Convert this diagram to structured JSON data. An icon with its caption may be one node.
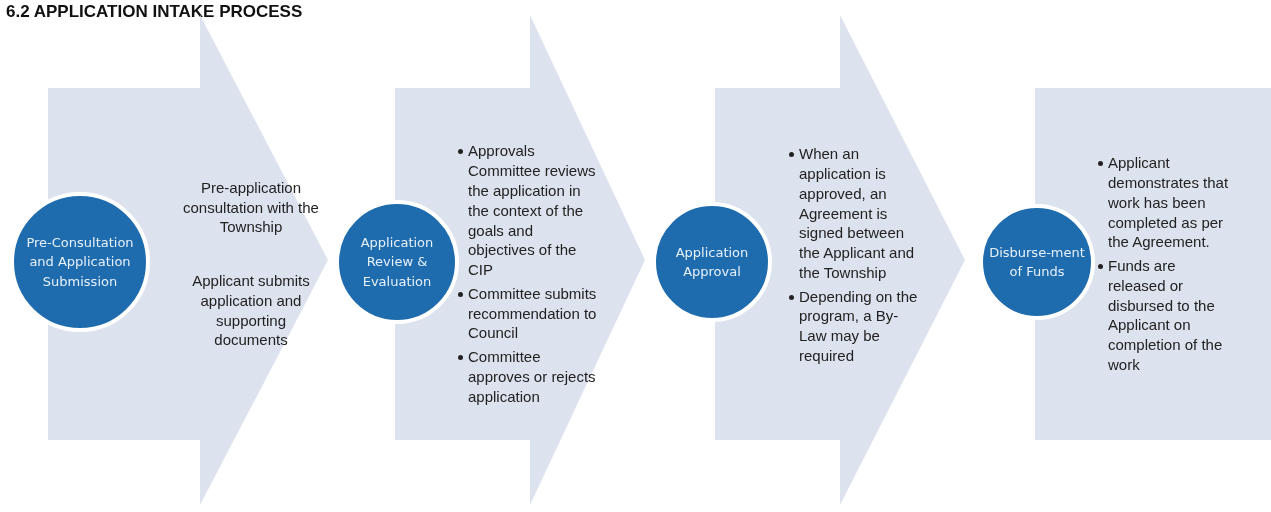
{
  "diagram": {
    "title": "6.2 APPLICATION INTAKE PROCESS",
    "nodes": [
      {
        "text": [
          "Pre-Consultation and Application Submission"
        ]
      },
      {
        "text": [
          "Pre-application consultation with the Township",
          "Applicant submits application and supporting documents"
        ]
      },
      {
        "text": [
          "Application Review & Evaluation"
        ]
      },
      {
        "text": [
          "Approvals Committee reviews the application in the context of the goals and objectives of the CIP",
          "Committee submits recommendation to Council",
          "Committee approves or rejects application"
        ]
      },
      {
        "text": [
          "Application Approval"
        ]
      },
      {
        "text": [
          "When an application is approved, an Agreement is signed between the Applicant and the Township",
          "Depending on the program, a By-Law may be required"
        ]
      },
      {
        "text": [
          "Disburse-ment of Funds"
        ]
      },
      {
        "text": [
          "Applicant demonstrates that work has been completed as per the Agreement.",
          "Funds are released or disbursed to the Applicant on completion of the work"
        ]
      }
    ]
  }
}
